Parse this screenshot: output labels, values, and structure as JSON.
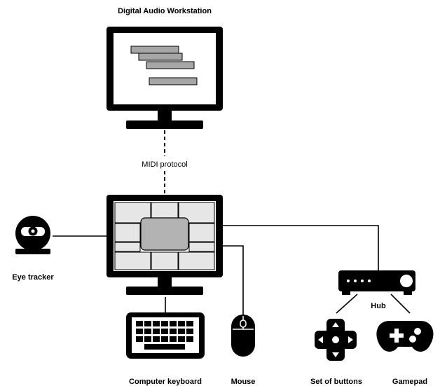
{
  "diagram": {
    "title": "Digital Audio Workstation",
    "link_label": "MIDI protocol",
    "hub_label": "Hub",
    "labels": {
      "eye_tracker": "Eye tracker",
      "computer_keyboard": "Computer keyboard",
      "mouse": "Mouse",
      "set_of_buttons": "Set of buttons",
      "gamepad": "Gamepad"
    },
    "colors": {
      "outline": "#000000",
      "screen": "#ffffff",
      "panel_grid": "#e6e6e6",
      "center_button": "#b3b3b3",
      "timeline_bar": "#a6a6a6"
    },
    "icons": [
      "monitor-icon",
      "eye-tracker-icon",
      "keyboard-icon",
      "mouse-icon",
      "hub-icon",
      "dpad-icon",
      "gamepad-icon"
    ]
  }
}
